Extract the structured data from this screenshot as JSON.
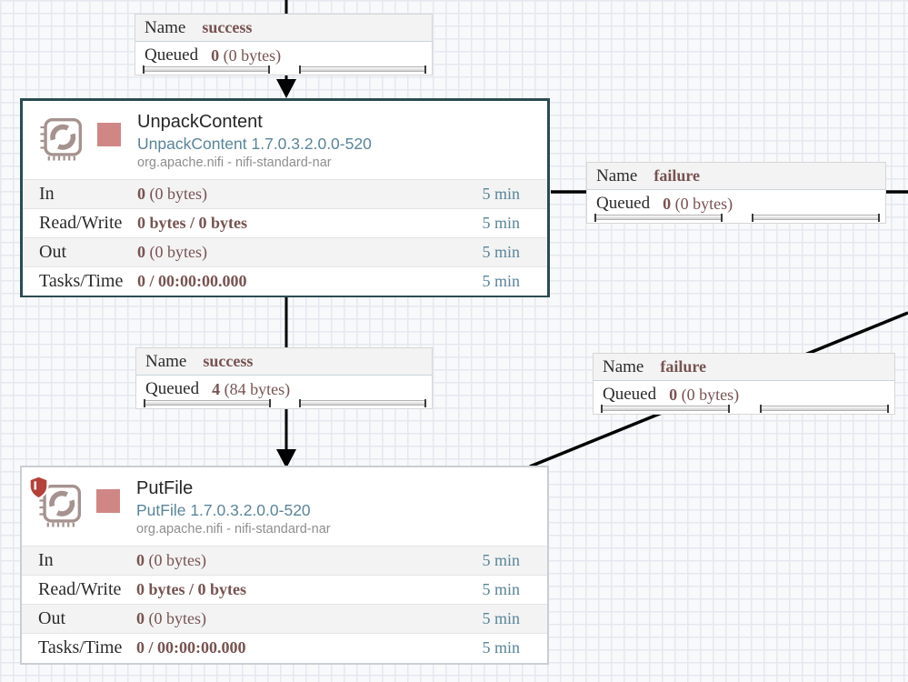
{
  "colors": {
    "selected_border": "#2b4c51",
    "stopped_state": "#d18686",
    "stat_value": "#775351",
    "stat_window": "#598599",
    "icon": "#a5928f",
    "restricted_shield": "#b5423a",
    "line": "#000000"
  },
  "connections": [
    {
      "name_label": "Name",
      "name_value": "success",
      "queued_label": "Queued",
      "queued_count": "0",
      "queued_size": "(0 bytes)"
    },
    {
      "name_label": "Name",
      "name_value": "failure",
      "queued_label": "Queued",
      "queued_count": "0",
      "queued_size": "(0 bytes)"
    },
    {
      "name_label": "Name",
      "name_value": "success",
      "queued_label": "Queued",
      "queued_count": "4",
      "queued_size": "(84 bytes)"
    },
    {
      "name_label": "Name",
      "name_value": "failure",
      "queued_label": "Queued",
      "queued_count": "0",
      "queued_size": "(0 bytes)"
    }
  ],
  "processors": [
    {
      "title": "UnpackContent",
      "type_version": "UnpackContent 1.7.0.3.2.0.0-520",
      "bundle": "org.apache.nifi - nifi-standard-nar",
      "stats": [
        {
          "label": "In",
          "value_bold": "0",
          "value_rest": "(0 bytes)",
          "window": "5 min"
        },
        {
          "label": "Read/Write",
          "value_bold": "0 bytes / 0 bytes",
          "value_rest": "",
          "window": "5 min"
        },
        {
          "label": "Out",
          "value_bold": "0",
          "value_rest": "(0 bytes)",
          "window": "5 min"
        },
        {
          "label": "Tasks/Time",
          "value_bold": "0 / 00:00:00.000",
          "value_rest": "",
          "window": "5 min"
        }
      ]
    },
    {
      "title": "PutFile",
      "type_version": "PutFile 1.7.0.3.2.0.0-520",
      "bundle": "org.apache.nifi - nifi-standard-nar",
      "stats": [
        {
          "label": "In",
          "value_bold": "0",
          "value_rest": "(0 bytes)",
          "window": "5 min"
        },
        {
          "label": "Read/Write",
          "value_bold": "0 bytes / 0 bytes",
          "value_rest": "",
          "window": "5 min"
        },
        {
          "label": "Out",
          "value_bold": "0",
          "value_rest": "(0 bytes)",
          "window": "5 min"
        },
        {
          "label": "Tasks/Time",
          "value_bold": "0 / 00:00:00.000",
          "value_rest": "",
          "window": "5 min"
        }
      ]
    }
  ]
}
